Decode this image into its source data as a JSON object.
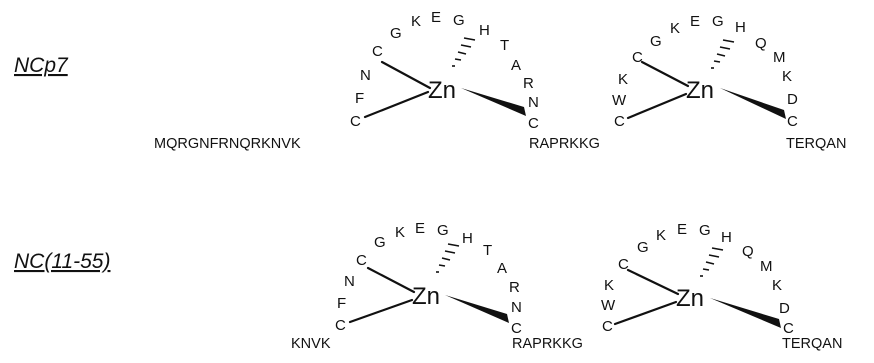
{
  "molecules": [
    {
      "label": "NCp7",
      "n_term": "MQRGNFRNQRKNVK",
      "linker": "RAPRKKG",
      "c_term": "TERQAN",
      "knuckle1": [
        "C",
        "F",
        "N",
        "C",
        "G",
        "K",
        "E",
        "G",
        "H",
        "T",
        "A",
        "R",
        "N",
        "C"
      ],
      "knuckle2": [
        "C",
        "W",
        "K",
        "C",
        "G",
        "K",
        "E",
        "G",
        "H",
        "Q",
        "M",
        "K",
        "D",
        "C"
      ],
      "metal1": "Zn",
      "metal2": "Zn"
    },
    {
      "label": "NC(11-55)",
      "n_term": "KNVK",
      "linker": "RAPRKKG",
      "c_term": "TERQAN",
      "knuckle1": [
        "C",
        "F",
        "N",
        "C",
        "G",
        "K",
        "E",
        "G",
        "H",
        "T",
        "A",
        "R",
        "N",
        "C"
      ],
      "knuckle2": [
        "C",
        "W",
        "K",
        "C",
        "G",
        "K",
        "E",
        "G",
        "H",
        "Q",
        "M",
        "K",
        "D",
        "C"
      ],
      "metal1": "Zn",
      "metal2": "Zn"
    }
  ]
}
